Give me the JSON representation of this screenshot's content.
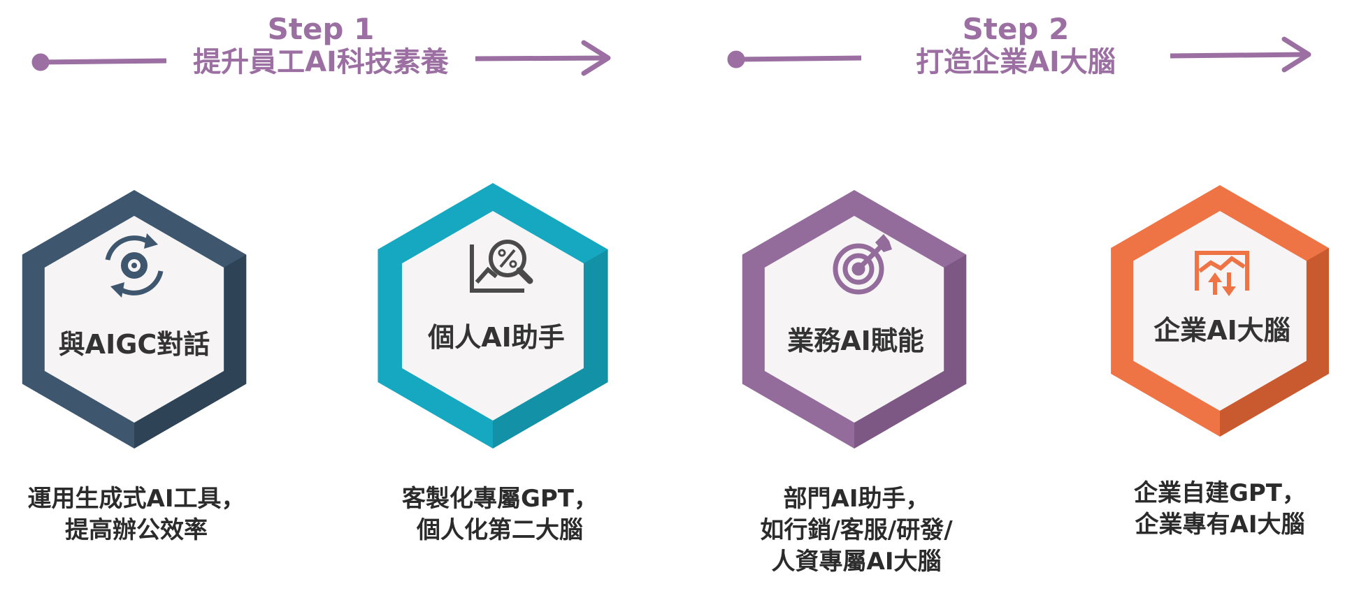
{
  "steps": [
    {
      "label": "Step 1",
      "title": "提升員工AI科技素養",
      "color": "#9c6fa3"
    },
    {
      "label": "Step 2",
      "title": "打造企業AI大腦",
      "color": "#9c6fa3"
    }
  ],
  "hexes": [
    {
      "label": "與AIGC對話",
      "color": "#3e566e",
      "shade": "#2f4357",
      "icon": "gear-cycle-icon",
      "desc": [
        "運用生成式AI工具，",
        "提高辦公效率"
      ]
    },
    {
      "label": "個人AI助手",
      "color": "#17a8c1",
      "shade": "#1291a7",
      "icon": "percent-analysis-icon",
      "desc": [
        "客製化專屬GPT，",
        "個人化第二大腦"
      ]
    },
    {
      "label": "業務AI賦能",
      "color": "#946c9c",
      "shade": "#7d5884",
      "icon": "target-arrow-icon",
      "desc": [
        "部門AI助手，",
        "如行銷/客服/研發/",
        "人資專屬AI大腦"
      ]
    },
    {
      "label": "企業AI大腦",
      "color": "#ee7445",
      "shade": "#c95a30",
      "icon": "chart-updown-icon",
      "desc": [
        "企業自建GPT，",
        "企業專有AI大腦"
      ]
    }
  ],
  "inner_color": "#f6f4f5",
  "icon_color": "#4a4a4a"
}
